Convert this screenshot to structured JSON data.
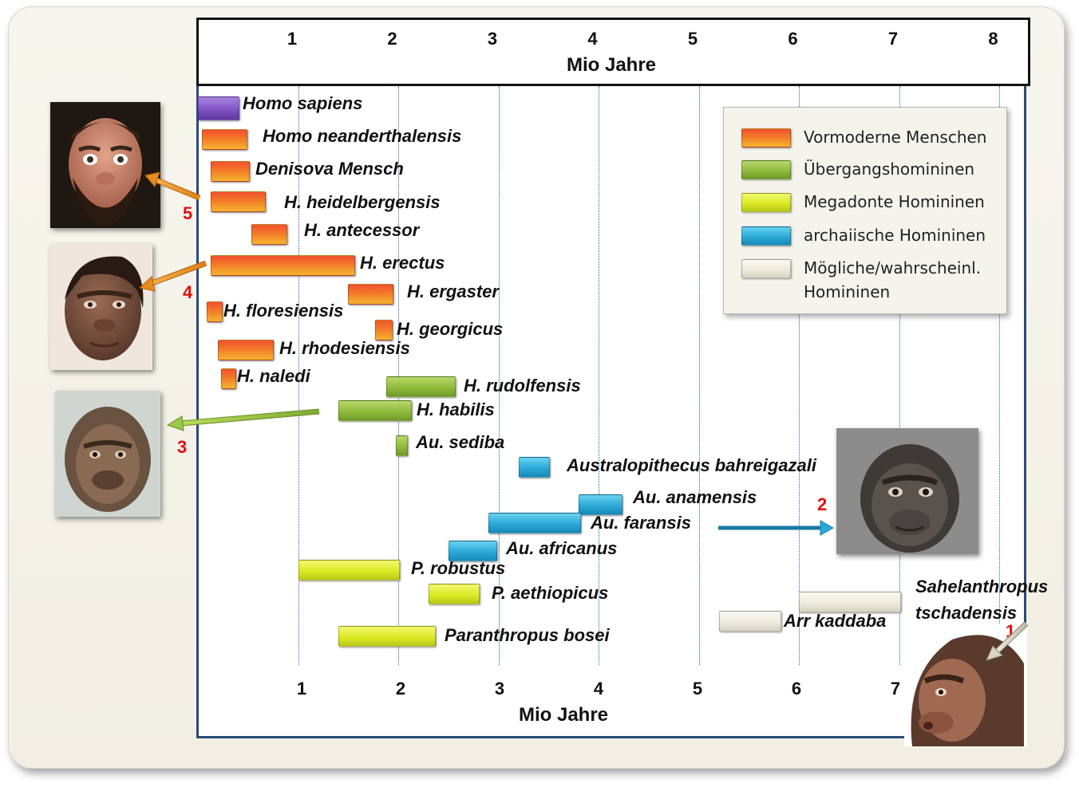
{
  "chart_data": {
    "type": "bar",
    "subtype": "range-timeline",
    "xlabel": "Mio Jahre",
    "x_unit": "million years ago",
    "xlim": [
      0,
      8
    ],
    "top_axis_ticks": [
      "1",
      "2",
      "3",
      "4",
      "5",
      "6",
      "7",
      "8"
    ],
    "bottom_axis_ticks": [
      "1",
      "2",
      "3",
      "4",
      "5",
      "6",
      "7"
    ],
    "grid": "vertical dotted",
    "legend_position": "top-right",
    "categories": [
      {
        "key": "vormoderne",
        "name": "Vormoderne Menschen",
        "color": "#f08a1c"
      },
      {
        "key": "uebergang",
        "name": "Übergangshomininen",
        "color": "#8fbc3c"
      },
      {
        "key": "megadont",
        "name": "Megadonte Homininen",
        "color": "#ecf028"
      },
      {
        "key": "archaisch",
        "name": "archaiische Homininen",
        "color": "#2aa8d8"
      },
      {
        "key": "moeglich",
        "name": "Mögliche/wahrscheinl. Homininen",
        "color": "#ece9da"
      }
    ],
    "series": [
      {
        "name": "Homo sapiens",
        "category": "sapiens",
        "color": "#7a4fc0",
        "start": 0.0,
        "end": 0.4
      },
      {
        "name": "Homo  neanderthalensis",
        "category": "vormoderne",
        "start": 0.04,
        "end": 0.48
      },
      {
        "name": "Denisova Mensch",
        "category": "vormoderne",
        "start": 0.13,
        "end": 0.5
      },
      {
        "name": "H. heidelbergensis",
        "category": "vormoderne",
        "start": 0.13,
        "end": 0.66
      },
      {
        "name": "H. antecessor",
        "category": "vormoderne",
        "start": 0.53,
        "end": 0.88
      },
      {
        "name": "H. erectus",
        "category": "vormoderne",
        "start": 0.13,
        "end": 1.55
      },
      {
        "name": "H. ergaster",
        "category": "vormoderne",
        "start": 1.5,
        "end": 1.94
      },
      {
        "name": "H. floresiensis",
        "category": "vormoderne",
        "start": 0.09,
        "end": 0.23
      },
      {
        "name": "H. georgicus",
        "category": "vormoderne",
        "start": 1.77,
        "end": 1.93
      },
      {
        "name": "H. rhodesiensis",
        "category": "vormoderne",
        "start": 0.2,
        "end": 0.74
      },
      {
        "name": "H. naledi",
        "category": "vormoderne",
        "start": 0.23,
        "end": 0.37
      },
      {
        "name": "H. rudolfensis",
        "category": "uebergang",
        "start": 1.88,
        "end": 2.56
      },
      {
        "name": "H. habilis",
        "category": "uebergang",
        "start": 1.4,
        "end": 2.12
      },
      {
        "name": "Au. sediba",
        "category": "uebergang",
        "start": 1.98,
        "end": 2.08
      },
      {
        "name": "Australopithecus bahreigazali",
        "category": "archaisch",
        "start": 3.2,
        "end": 3.5
      },
      {
        "name": "Au. anamensis",
        "category": "archaisch",
        "start": 3.8,
        "end": 4.22
      },
      {
        "name": "Au. faransis",
        "category": "archaisch",
        "start": 2.9,
        "end": 3.81
      },
      {
        "name": "Au. africanus",
        "category": "archaisch",
        "start": 2.5,
        "end": 2.97
      },
      {
        "name": "P. robustus",
        "category": "megadont",
        "start": 1.0,
        "end": 2.0
      },
      {
        "name": "P. aethiopicus",
        "category": "megadont",
        "start": 2.3,
        "end": 2.8
      },
      {
        "name": "Paranthropus bosei",
        "category": "megadont",
        "start": 1.4,
        "end": 2.36
      },
      {
        "name": "Sahelanthropus\ntschadensis",
        "category": "moeglich",
        "start": 6.0,
        "end": 7.0
      },
      {
        "name": "Arr kaddaba",
        "category": "moeglich",
        "start": 5.2,
        "end": 5.81
      }
    ]
  },
  "annotations": [
    {
      "number": "5",
      "depicts": "H. heidelbergensis"
    },
    {
      "number": "4",
      "depicts": "H. erectus"
    },
    {
      "number": "3",
      "depicts": "H. habilis"
    },
    {
      "number": "2",
      "depicts": "Au. faransis"
    },
    {
      "number": "1",
      "depicts": "Sahelanthropus tschadensis"
    }
  ]
}
